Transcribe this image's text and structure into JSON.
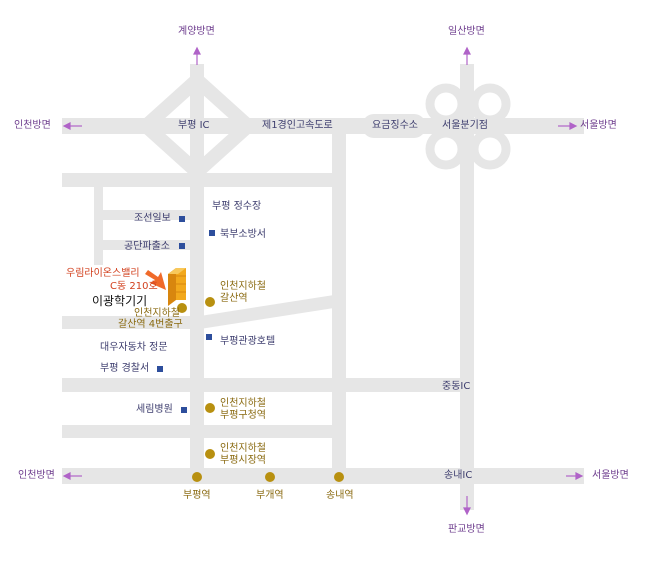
{
  "directions": {
    "north_gyeyang": "계양방면",
    "north_ilsan": "일산방면",
    "west_upper": "인천방면",
    "west_lower": "인천방면",
    "east_upper": "서울방면",
    "east_lower": "서울방면",
    "south_pangyo": "판교방면"
  },
  "roads": {
    "bupyeong_ic": "부평 IC",
    "expressway": "제1경인고속도로",
    "tollgate": "요금징수소",
    "seoul_junction": "서울분기점",
    "jungdong_ic": "중동IC",
    "songnae_ic": "송내IC"
  },
  "landmarks": {
    "chosun_ilbo": "조선일보",
    "gongdan_police_box": "공단파출소",
    "bupyeong_water": "부평 정수장",
    "bukbu_fire": "북부소방서",
    "daewoo_gate": "대우자동차 정문",
    "bupyeong_hotel": "부평관광호텔",
    "bupyeong_police": "부평 경찰서",
    "serim_hospital": "세림병원"
  },
  "destination": {
    "line1": "우림라이온스밸리",
    "line2": "C동 210호",
    "company": "이광학기기"
  },
  "stations": {
    "galsan_exit_1": "인천지하철",
    "galsan_exit_2": "갈산역 4번출구",
    "galsan_1": "인천지하철",
    "galsan_2": "갈산역",
    "bupyeonggu_1": "인천지하철",
    "bupyeonggu_2": "부평구청역",
    "market_1": "인천지하철",
    "market_2": "부평시장역",
    "bupyeong": "부평역",
    "bugae": "부개역",
    "songnae": "송내역"
  },
  "colors": {
    "road": "#e6e6e6",
    "arrow": "#b063c8",
    "marker_square": "#2d4e9c",
    "station_dot": "#b89010",
    "building": "#f2a81c",
    "pointer_arrow": "#f06a2a"
  }
}
